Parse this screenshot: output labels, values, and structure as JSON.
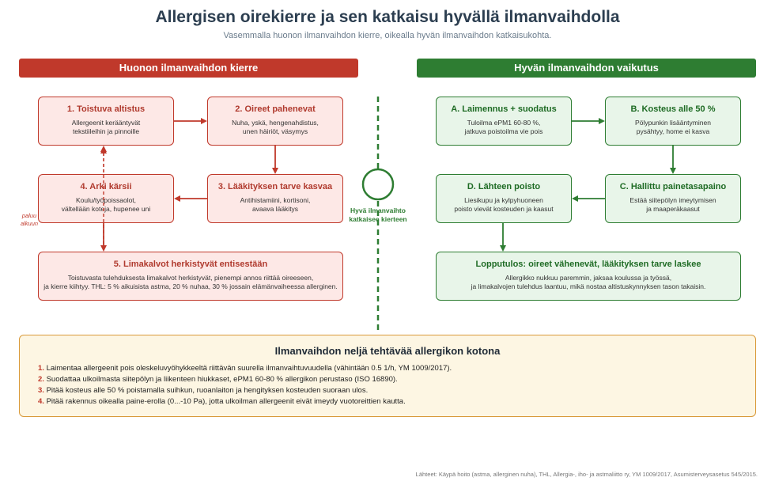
{
  "title": "Allergisen oirekierre ja sen katkaisu hyvällä ilmanvaihdolla",
  "subtitle": "Vasemmalla huonon ilmanvaihdon kierre, oikealla hyvän ilmanvaihdon katkaisukohta.",
  "left_header": "Huonon ilmanvaihdon kierre",
  "right_header": "Hyvän ilmanvaihdon vaikutus",
  "left_nodes": [
    {
      "title": "1. Toistuva altistus",
      "body": "Allergeenit kerääntyvät\ntekstiileihin ja pinnoille"
    },
    {
      "title": "2. Oireet pahenevat",
      "body": "Nuha, yskä, hengenahdistus,\nunen häiriöt, väsymys"
    },
    {
      "title": "3. Lääkityksen tarve kasvaa",
      "body": "Antihistamiini, kortisoni,\navaava lääkitys"
    },
    {
      "title": "4. Arki kärsii",
      "body": "Koulu/työpoissaolot,\nvältellään koteja, hupenee uni"
    },
    {
      "title": "5. Limakalvot herkistyvät entisestään",
      "body": "Toistuvasta tulehduksesta limakalvot herkistyvät, pienempi annos riittää oireeseen,\nja kierre kiihtyy. THL: 5 % aikuisista astma, 20 % nuhaa, 30 % jossain elämänvaiheessa allerginen."
    }
  ],
  "right_nodes": [
    {
      "title": "A. Laimennus + suodatus",
      "body": "Tuloilma ePM1 60-80 %,\njatkuva poistoilma vie pois"
    },
    {
      "title": "B. Kosteus alle 50 %",
      "body": "Pölypunkin lisääntyminen\npysähtyy, home ei kasva"
    },
    {
      "title": "C. Hallittu painetasapaino",
      "body": "Estää siitepölyn imeytymisen\nja maaperäkaasut"
    },
    {
      "title": "D. Lähteen poisto",
      "body": "Liesikupu ja kylpyhuoneen\npoisto vievät kosteuden ja kaasut"
    },
    {
      "title": "Lopputulos: oireet vähenevät, lääkityksen tarve laskee",
      "body": "Allergikko nukkuu paremmin, jaksaa koulussa ja työssä,\nja limakalvojen tulehdus laantuu, mikä nostaa altistuskynnyksen tason takaisin."
    }
  ],
  "center_label": "Hyvä ilmanvaihto\nkatkaisee kierteen",
  "side_label": "paluu\nalkuun",
  "info": {
    "title": "Ilmanvaihdon neljä tehtävää allergikon kotona",
    "items": [
      {
        "num": "1.",
        "text": " Laimentaa allergeenit pois oleskeluvyöhykkeeltä riittävän suurella ilmanvaihtuvuudella (vähintään 0.5 1/h, YM 1009/2017)."
      },
      {
        "num": "2.",
        "text": " Suodattaa ulkoilmasta siitepölyn ja liikenteen hiukkaset, ePM1 60-80 % allergikon perustaso (ISO 16890)."
      },
      {
        "num": "3.",
        "text": " Pitää kosteus alle 50 % poistamalla suihkun, ruoanlaiton ja hengityksen kosteuden suoraan ulos."
      },
      {
        "num": "4.",
        "text": " Pitää rakennus oikealla paine-erolla (0...-10 Pa), jotta ulkoilman allergeenit eivät imeydy vuotoreittien kautta."
      }
    ]
  },
  "footer": "Lähteet: Käypä hoito (astma, allerginen nuha), THL, Allergia-, iho- ja astmaliitto ry, YM 1009/2017, Asumisterveysasetus 545/2015.",
  "colors": {
    "red": "#c0392b",
    "green": "#2e7d32",
    "info_border": "#d99a3a"
  }
}
